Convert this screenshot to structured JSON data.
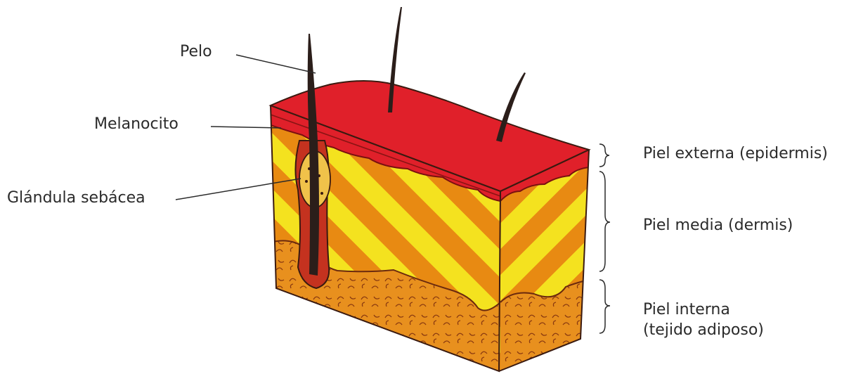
{
  "labels": {
    "pelo": "Pelo",
    "melanocito": "Melanocito",
    "glandula": "Glándula sebácea",
    "epidermis": "Piel externa (epidermis)",
    "dermis": "Piel media (dermis)",
    "adiposo_line1": "Piel interna",
    "adiposo_line2": "(tejido adiposo)"
  },
  "colors": {
    "epidermis": "#e0202a",
    "dermis_stripe_a": "#f4e21f",
    "dermis_stripe_b": "#e88a12",
    "fat": "#e8901e",
    "hair": "#2b1e1a",
    "outline": "#3a1a10",
    "label_text": "#2a2a2a"
  }
}
